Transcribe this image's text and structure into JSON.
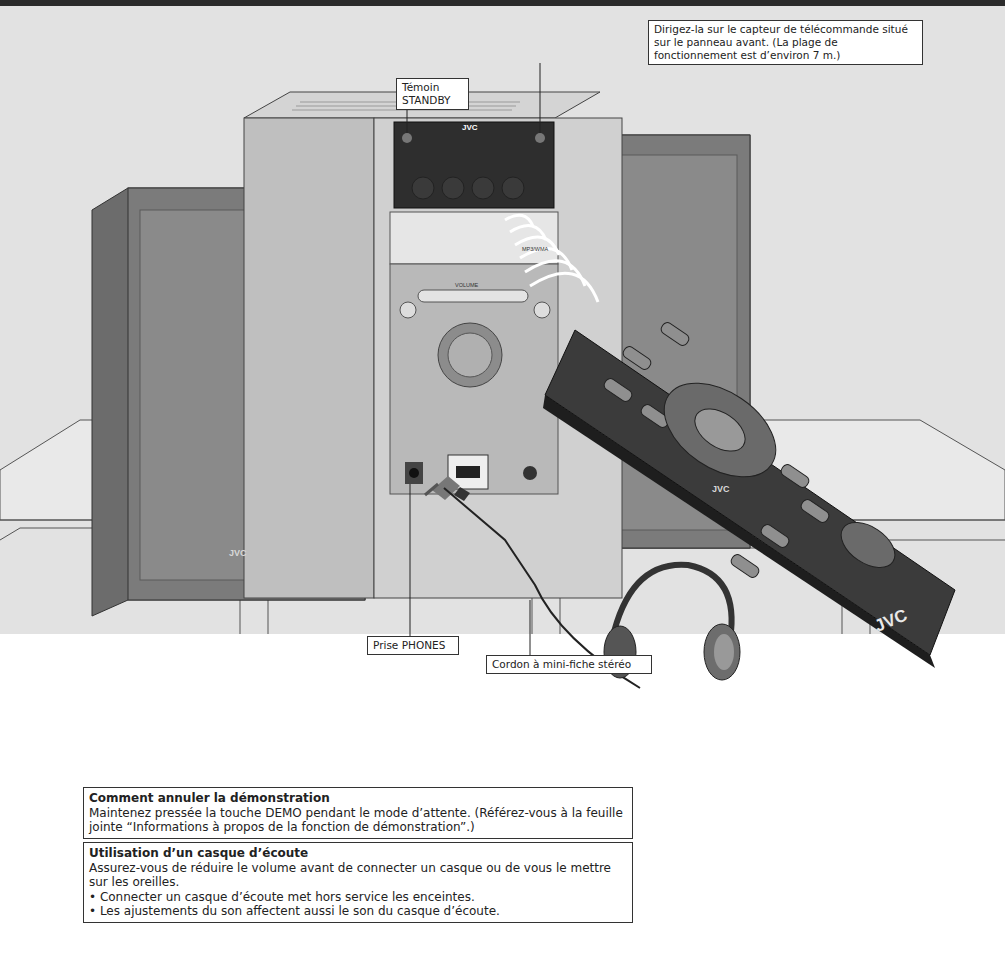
{
  "diagram": {
    "nodes": [
      {
        "text": [
          "Dirigez-la sur le capteur de télécommande situé sur le panneau avant. (La plage de fonctionnement est d’environ 7 m.)"
        ]
      },
      {
        "text": [
          "Témoin STANDBY"
        ]
      },
      {
        "text": [
          "Prise PHONES"
        ]
      },
      {
        "text": [
          "Cordon à mini-fiche stéréo"
        ]
      },
      {
        "text": [
          "Comment annuler la démonstration",
          "Maintenez pressée la touche DEMO pendant le mode d’attente. (Référez-vous à la feuille jointe “Informations à propos de la fonction de démonstration”.)"
        ]
      },
      {
        "text": [
          "Utilisation d’un casque d’écoute",
          "Assurez-vous de réduire le volume avant de connecter un casque ou de vous le mettre sur les oreilles.",
          "• Connecter un casque d’écoute met hors service les enceintes.",
          "• Les ajustements du son affectent aussi le son du casque d’écoute."
        ]
      }
    ],
    "labels": [
      "JVC",
      "JVC",
      "JVC",
      "JVC",
      "MP3/WMA",
      "VOLUME"
    ]
  }
}
